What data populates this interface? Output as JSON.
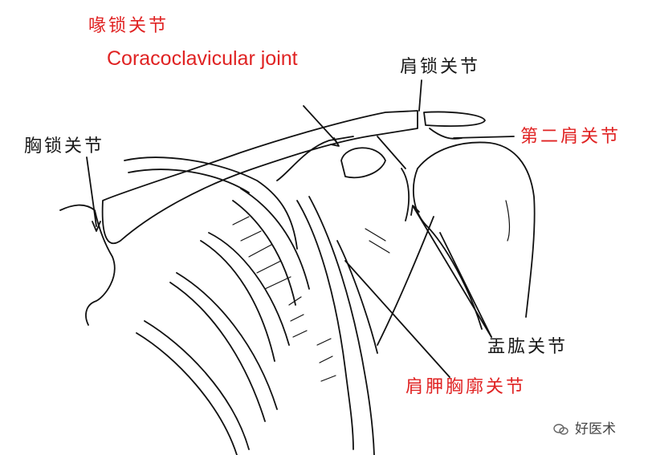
{
  "labels": {
    "coracoclavicular_cn": "喙锁关节",
    "coracoclavicular_en": "Coracoclavicular joint",
    "acromioclavicular": "肩锁关节",
    "sternoclavicular": "胸锁关节",
    "second_shoulder": "第二肩关节",
    "glenohumeral": "盂肱关节",
    "scapulothoracic": "肩胛胸廓关节"
  },
  "watermark": {
    "text": "好医术",
    "icon": "wechat-official-account-icon"
  },
  "colors": {
    "label_red": "#e02323",
    "label_black": "#1a1a1a",
    "line": "#111111",
    "background": "#ffffff"
  }
}
